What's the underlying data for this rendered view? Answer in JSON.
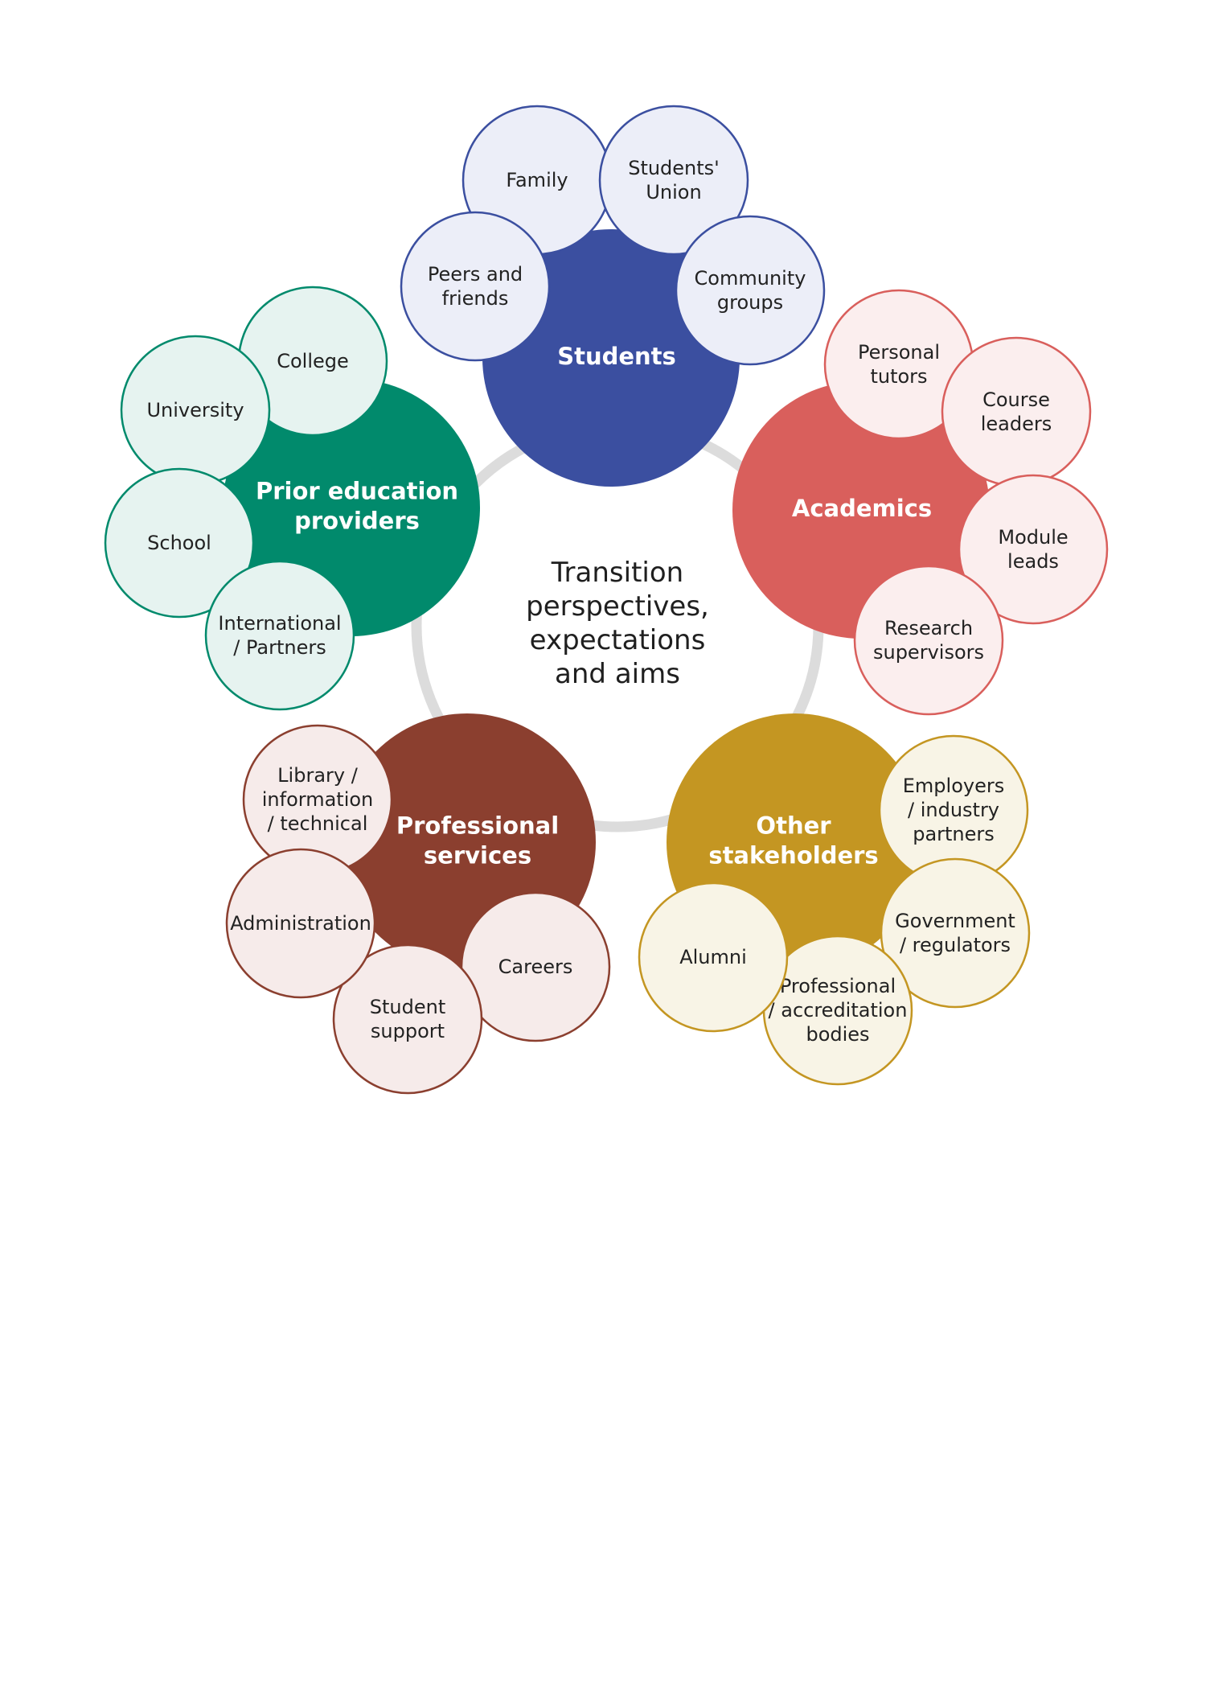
{
  "center": {
    "lines": [
      "Transition",
      "perspectives,",
      "expectations",
      "and aims"
    ],
    "ring_color": "#dcdcdc"
  },
  "groups": [
    {
      "id": "students",
      "label_lines": [
        "Students"
      ],
      "color": "#3b4fa0",
      "satellite_fill": "#eceef8",
      "satellites": [
        {
          "id": "family",
          "lines": [
            "Family"
          ]
        },
        {
          "id": "students-union",
          "lines": [
            "Students'",
            "Union"
          ]
        },
        {
          "id": "community-groups",
          "lines": [
            "Community",
            "groups"
          ]
        },
        {
          "id": "peers-and-friends",
          "lines": [
            "Peers and",
            "friends"
          ]
        }
      ]
    },
    {
      "id": "academics",
      "label_lines": [
        "Academics"
      ],
      "color": "#d95f5c",
      "satellite_fill": "#fbeeee",
      "satellites": [
        {
          "id": "personal-tutors",
          "lines": [
            "Personal",
            "tutors"
          ]
        },
        {
          "id": "course-leaders",
          "lines": [
            "Course",
            "leaders"
          ]
        },
        {
          "id": "module-leads",
          "lines": [
            "Module",
            "leads"
          ]
        },
        {
          "id": "research-supervisors",
          "lines": [
            "Research",
            "supervisors"
          ]
        }
      ]
    },
    {
      "id": "other-stakeholders",
      "label_lines": [
        "Other",
        "stakeholders"
      ],
      "color": "#c49622",
      "satellite_fill": "#f8f4e6",
      "satellites": [
        {
          "id": "employers",
          "lines": [
            "Employers",
            "/ industry",
            "partners"
          ]
        },
        {
          "id": "government",
          "lines": [
            "Government",
            "/ regulators"
          ]
        },
        {
          "id": "professional-accreditation",
          "lines": [
            "Professional",
            "/ accreditation",
            "bodies"
          ]
        },
        {
          "id": "alumni",
          "lines": [
            "Alumni"
          ]
        }
      ]
    },
    {
      "id": "professional-services",
      "label_lines": [
        "Professional",
        "services"
      ],
      "color": "#8b3f2f",
      "satellite_fill": "#f6ebea",
      "satellites": [
        {
          "id": "library",
          "lines": [
            "Library /",
            "information",
            "/ technical"
          ]
        },
        {
          "id": "careers",
          "lines": [
            "Careers"
          ]
        },
        {
          "id": "student-support",
          "lines": [
            "Student",
            "support"
          ]
        },
        {
          "id": "administration",
          "lines": [
            "Administration"
          ]
        }
      ]
    },
    {
      "id": "prior-education",
      "label_lines": [
        "Prior education",
        "providers"
      ],
      "color": "#018a6c",
      "satellite_fill": "#e6f3f0",
      "satellites": [
        {
          "id": "college",
          "lines": [
            "College"
          ]
        },
        {
          "id": "university",
          "lines": [
            "University"
          ]
        },
        {
          "id": "school",
          "lines": [
            "School"
          ]
        },
        {
          "id": "international-partners",
          "lines": [
            "International",
            "/ Partners"
          ]
        }
      ]
    }
  ]
}
